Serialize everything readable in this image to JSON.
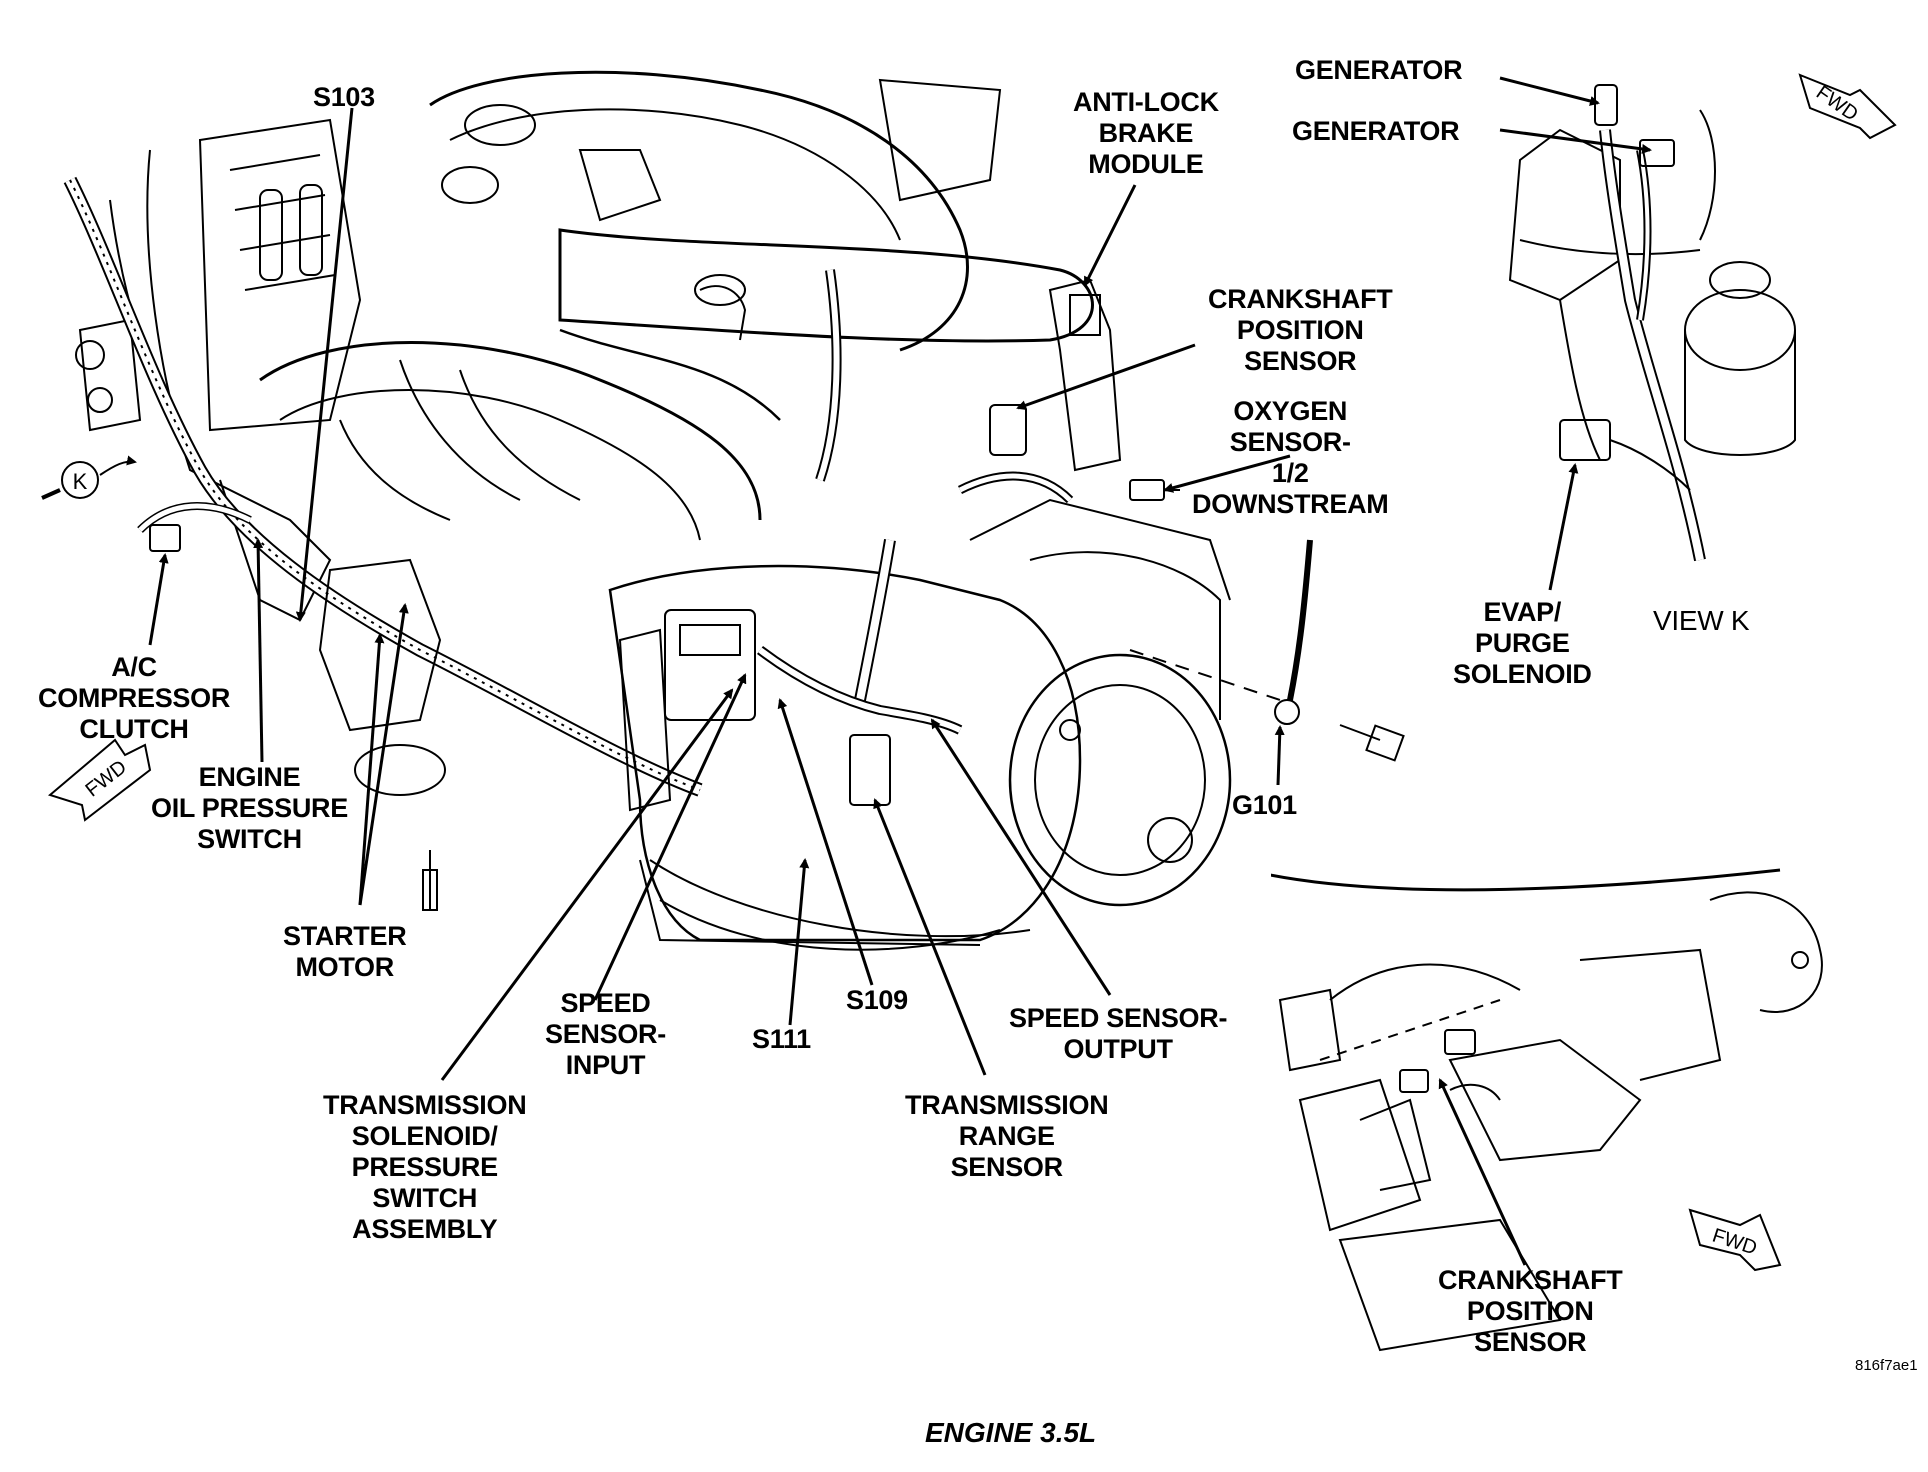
{
  "caption": "ENGINE 3.5L",
  "image_id": "816f7ae1",
  "view_label": "VIEW K",
  "view_marker": "K",
  "fwd_marker": "FWD",
  "labels": {
    "s103": [
      "S103"
    ],
    "abs_module": [
      "ANTI-LOCK",
      "BRAKE",
      "MODULE"
    ],
    "crank_sensor_main": [
      "CRANKSHAFT",
      "POSITION",
      "SENSOR"
    ],
    "oxygen_sensor": [
      "OXYGEN",
      "SENSOR-",
      "1/2",
      "DOWNSTREAM"
    ],
    "generator_1": [
      "GENERATOR"
    ],
    "generator_2": [
      "GENERATOR"
    ],
    "evap_purge": [
      "EVAP/",
      "PURGE",
      "SOLENOID"
    ],
    "ac_clutch": [
      "A/C",
      "COMPRESSOR",
      "CLUTCH"
    ],
    "oil_pressure": [
      "ENGINE",
      "OIL PRESSURE",
      "SWITCH"
    ],
    "starter": [
      "STARTER",
      "MOTOR"
    ],
    "speed_input": [
      "SPEED",
      "SENSOR-",
      "INPUT"
    ],
    "s111": [
      "S111"
    ],
    "s109": [
      "S109"
    ],
    "speed_output": [
      "SPEED SENSOR-",
      "OUTPUT"
    ],
    "g101": [
      "G101"
    ],
    "trans_solenoid": [
      "TRANSMISSION",
      "SOLENOID/",
      "PRESSURE",
      "SWITCH",
      "ASSEMBLY"
    ],
    "trans_range": [
      "TRANSMISSION",
      "RANGE",
      "SENSOR"
    ],
    "crank_sensor_inset": [
      "CRANKSHAFT",
      "POSITION",
      "SENSOR"
    ]
  }
}
